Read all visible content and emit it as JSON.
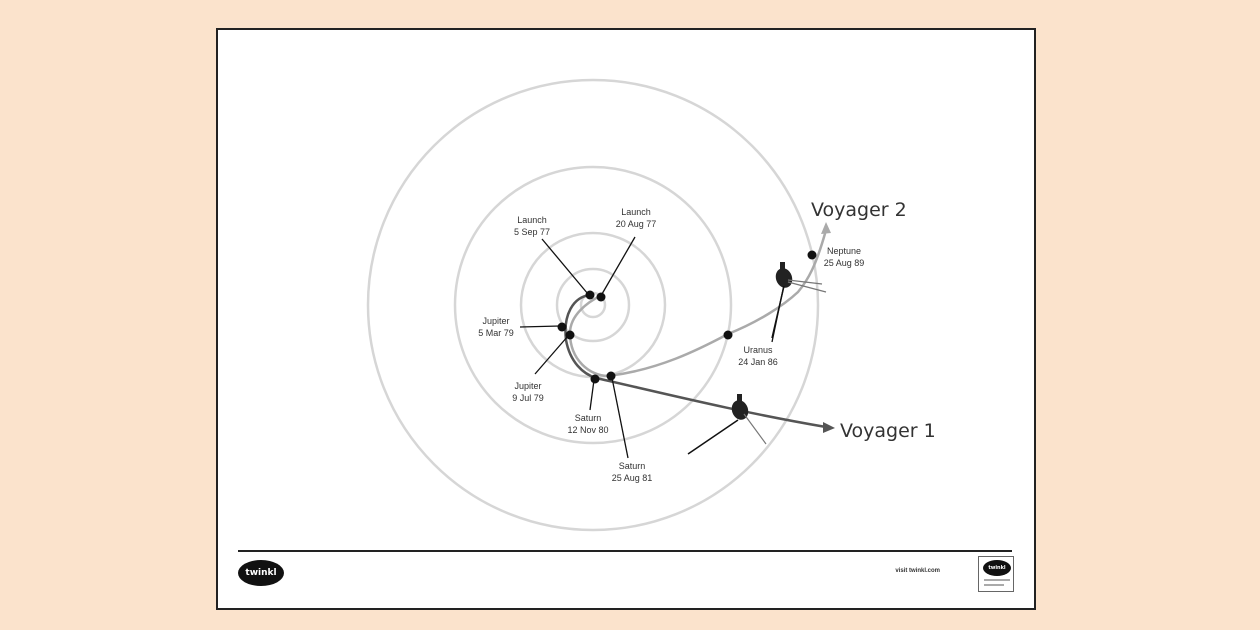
{
  "probes": {
    "voyager2": "Voyager 2",
    "voyager1": "Voyager 1"
  },
  "events": {
    "launch_v1_title": "Launch",
    "launch_v1_date": "5 Sep 77",
    "launch_v2_title": "Launch",
    "launch_v2_date": "20 Aug 77",
    "jupiter_v1_title": "Jupiter",
    "jupiter_v1_date": "5 Mar 79",
    "jupiter_v2_title": "Jupiter",
    "jupiter_v2_date": "9 Jul 79",
    "saturn_v1_title": "Saturn",
    "saturn_v1_date": "12 Nov 80",
    "saturn_v2_title": "Saturn",
    "saturn_v2_date": "25 Aug 81",
    "uranus_title": "Uranus",
    "uranus_date": "24 Jan 86",
    "neptune_title": "Neptune",
    "neptune_date": "25 Aug 89"
  },
  "footer": {
    "logo_text": "twinkl",
    "site_text": "visit twinkl.com",
    "badge_text": "twinkl"
  },
  "colors": {
    "background": "#fbe3cc",
    "orbit": "#d6d6d6",
    "voyager1_path": "#555555",
    "voyager2_path": "#aaaaaa",
    "marker": "#111111"
  }
}
